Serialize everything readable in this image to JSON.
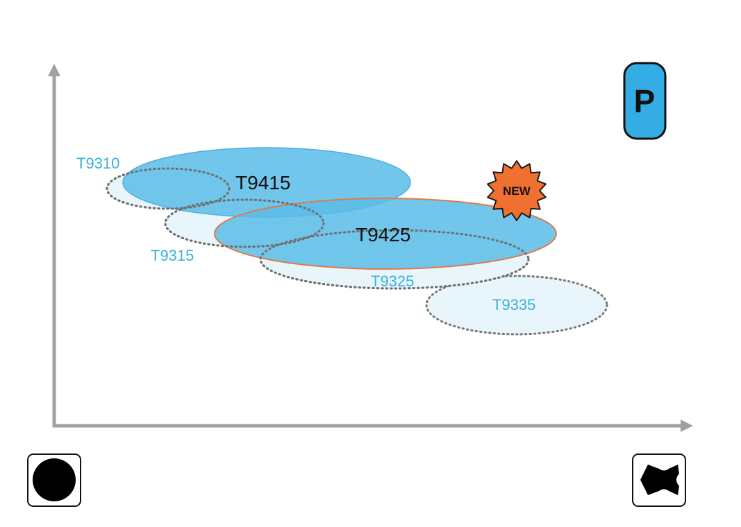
{
  "grades": {
    "previous": [
      {
        "name": "T9310"
      },
      {
        "name": "T9315"
      },
      {
        "name": "T9325"
      },
      {
        "name": "T9335"
      }
    ],
    "current": [
      {
        "name": "T9415"
      },
      {
        "name": "T9425"
      }
    ]
  },
  "badge": {
    "text": "NEW"
  },
  "iso_group": {
    "letter": "P"
  },
  "icons": {
    "left": "solid-circle-icon",
    "right": "interrupted-cut-icon"
  },
  "colors": {
    "previous_label": "#3ab0de",
    "previous_fill": "#e8f6fc",
    "current_fill": "#5bbce8",
    "t9425_outline": "#e07a45",
    "badge": "#f07030",
    "iso_p": "#33ade3",
    "axis": "#a0a0a0"
  }
}
